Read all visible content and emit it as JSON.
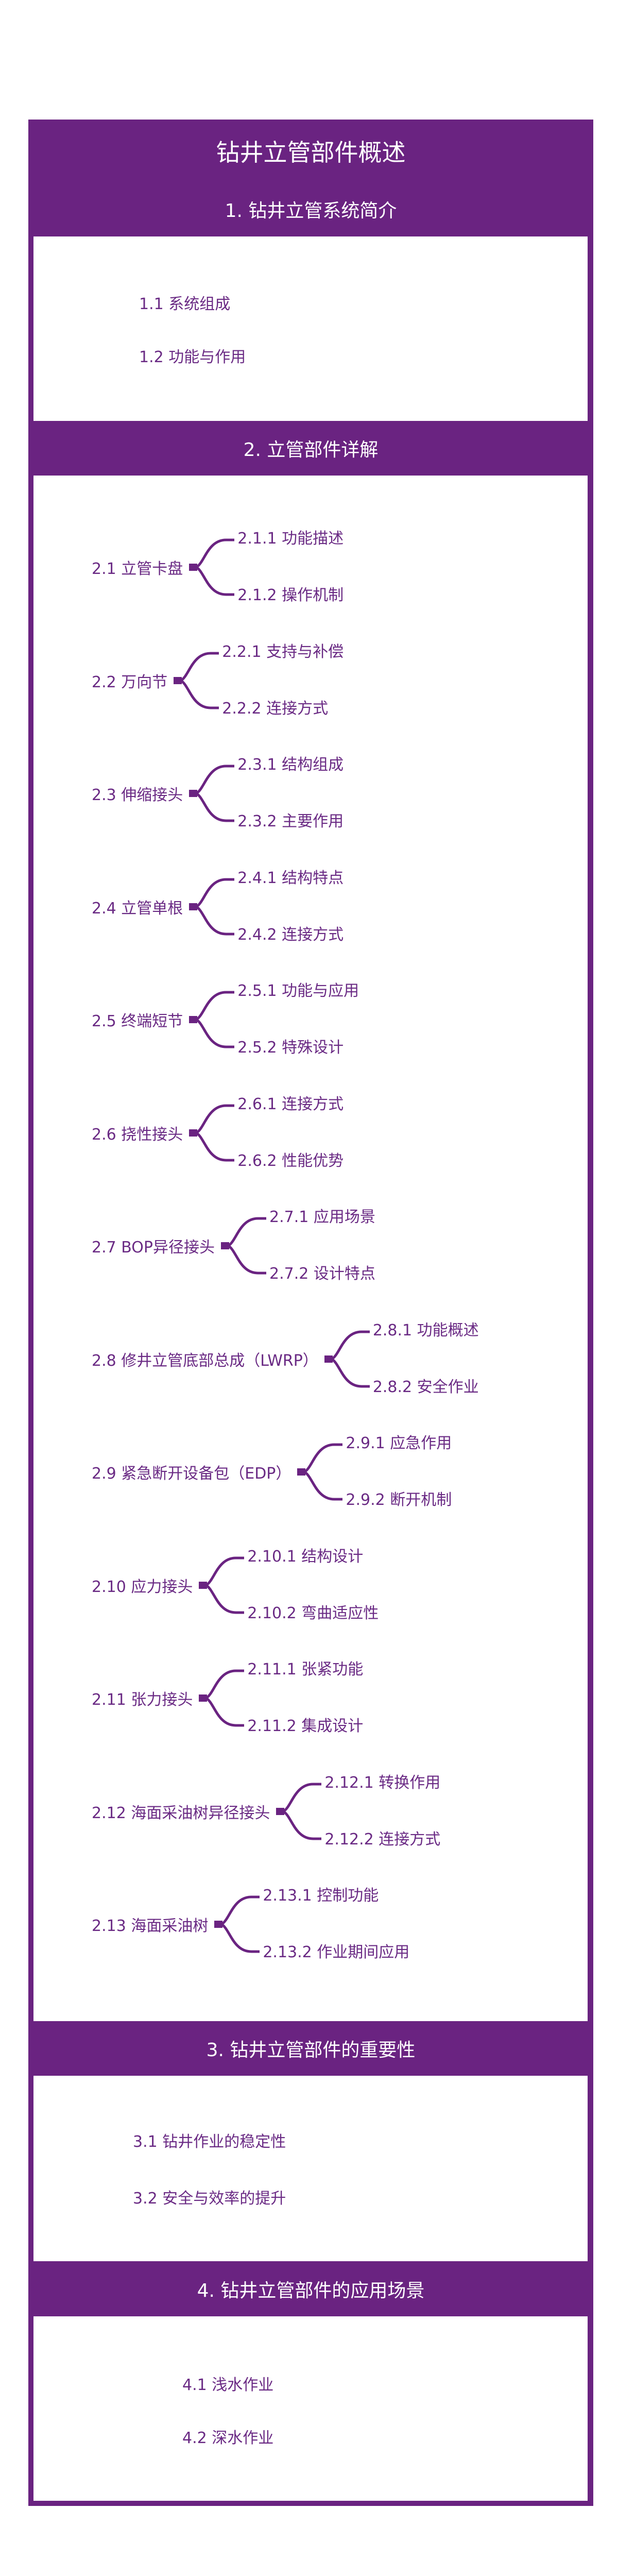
{
  "title": "钻井立管部件概述",
  "colors": {
    "accent": "#6a2381",
    "text": "#6a2a84"
  },
  "sections": [
    {
      "heading": "1. 钻井立管系统简介",
      "items": [
        "1.1 系统组成",
        "1.2 功能与作用"
      ]
    },
    {
      "heading": "2. 立管部件详解",
      "groups": [
        {
          "label": "2.1 立管卡盘",
          "children": [
            "2.1.1 功能描述",
            "2.1.2 操作机制"
          ]
        },
        {
          "label": "2.2 万向节",
          "children": [
            "2.2.1 支持与补偿",
            "2.2.2 连接方式"
          ]
        },
        {
          "label": "2.3 伸缩接头",
          "children": [
            "2.3.1 结构组成",
            "2.3.2 主要作用"
          ]
        },
        {
          "label": "2.4 立管单根",
          "children": [
            "2.4.1 结构特点",
            "2.4.2 连接方式"
          ]
        },
        {
          "label": "2.5 终端短节",
          "children": [
            "2.5.1 功能与应用",
            "2.5.2 特殊设计"
          ]
        },
        {
          "label": "2.6 挠性接头",
          "children": [
            "2.6.1 连接方式",
            "2.6.2 性能优势"
          ]
        },
        {
          "label": "2.7 BOP异径接头",
          "children": [
            "2.7.1 应用场景",
            "2.7.2 设计特点"
          ]
        },
        {
          "label": "2.8 修井立管底部总成（LWRP）",
          "children": [
            "2.8.1 功能概述",
            "2.8.2 安全作业"
          ]
        },
        {
          "label": "2.9 紧急断开设备包（EDP）",
          "children": [
            "2.9.1 应急作用",
            "2.9.2 断开机制"
          ]
        },
        {
          "label": "2.10 应力接头",
          "children": [
            "2.10.1 结构设计",
            "2.10.2 弯曲适应性"
          ]
        },
        {
          "label": "2.11 张力接头",
          "children": [
            "2.11.1 张紧功能",
            "2.11.2 集成设计"
          ]
        },
        {
          "label": "2.12 海面采油树异径接头",
          "children": [
            "2.12.1 转换作用",
            "2.12.2 连接方式"
          ]
        },
        {
          "label": "2.13 海面采油树",
          "children": [
            "2.13.1 控制功能",
            "2.13.2 作业期间应用"
          ]
        }
      ]
    },
    {
      "heading": "3. 钻井立管部件的重要性",
      "items": [
        "3.1 钻井作业的稳定性",
        "3.2 安全与效率的提升"
      ]
    },
    {
      "heading": "4. 钻井立管部件的应用场景",
      "items": [
        "4.1 浅水作业",
        "4.2 深水作业"
      ]
    }
  ]
}
